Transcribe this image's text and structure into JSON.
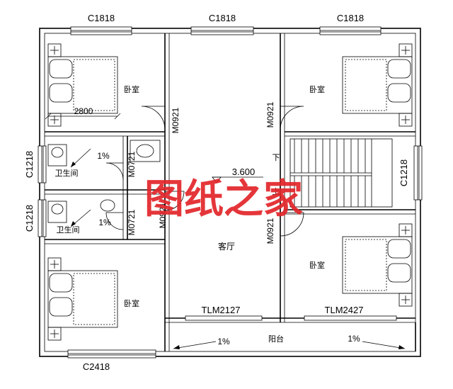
{
  "windows": {
    "top_left": "C1818",
    "top_center": "C1818",
    "top_right": "C1818",
    "left_upper": "C1218",
    "left_lower": "C1218",
    "right_stair": "C1218",
    "bottom_left": "C2418"
  },
  "doors": {
    "bedroom_tl": "M0921",
    "bedroom_tr": "M0921",
    "bath_upper": "M0721",
    "bath_lower": "M0721",
    "hall_left": "M0921",
    "bedroom_br": "M0921",
    "sliding_center": "TLM2127",
    "sliding_right": "TLM2427"
  },
  "rooms": {
    "bedroom_tl": "卧室",
    "bedroom_tr": "卧室",
    "bedroom_bl": "卧室",
    "bedroom_br": "卧室",
    "bath_upper": "卫生间",
    "bath_lower": "卫生间",
    "living": "客厅",
    "balcony": "阳台"
  },
  "stair": {
    "down": "下",
    "up": "上"
  },
  "level": "3.600",
  "dimension": "2800",
  "slopes": {
    "bath_upper": "1%",
    "bath_lower": "1%",
    "balcony_left": "1%",
    "balcony_right": "1%"
  },
  "watermark": "图纸之家"
}
